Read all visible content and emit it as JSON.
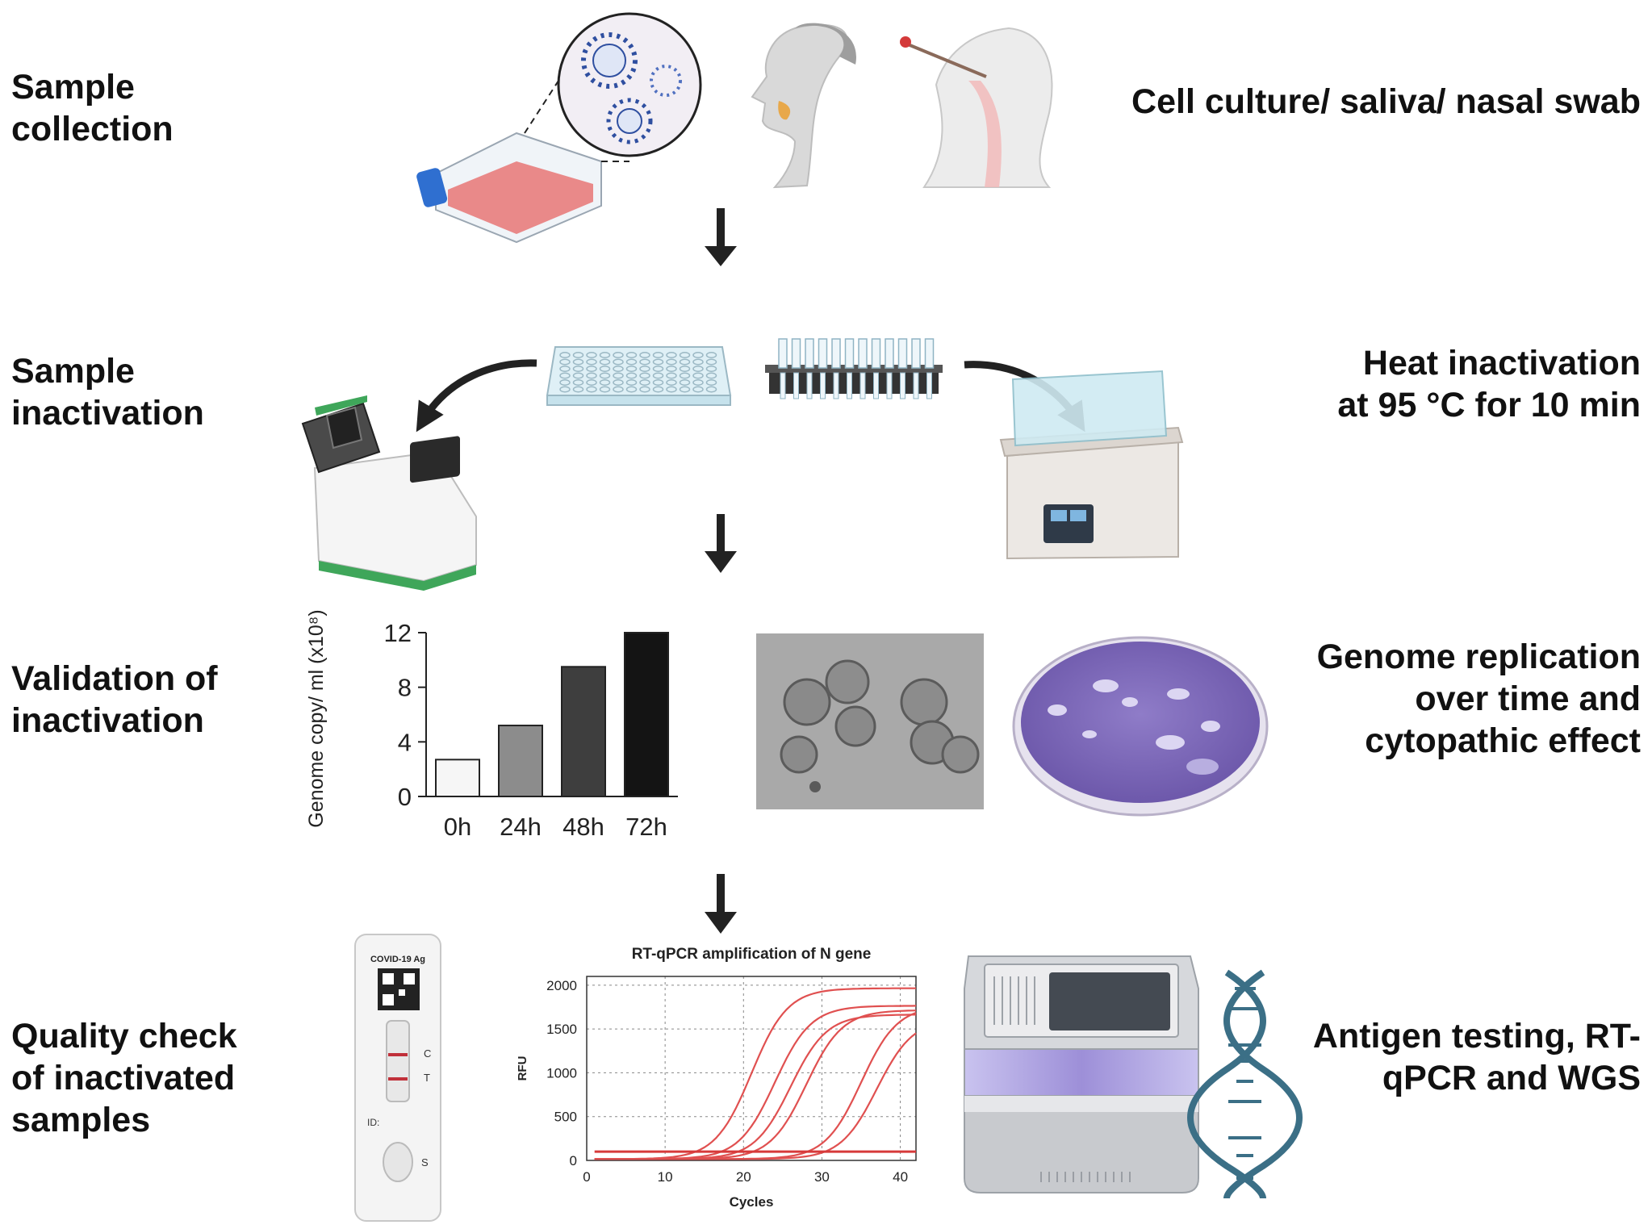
{
  "stages": [
    {
      "label": [
        "Sample",
        "collection"
      ],
      "description": [
        "Cell culture/ saliva/ nasal swab"
      ]
    },
    {
      "label": [
        "Sample",
        "inactivation"
      ],
      "description": [
        "Heat inactivation",
        "at 95 °C for 10 min"
      ]
    },
    {
      "label": [
        "Validation of",
        "inactivation"
      ],
      "description": [
        "Genome replication",
        "over time and",
        "cytopathic effect"
      ]
    },
    {
      "label": [
        "Quality check",
        "of inactivated",
        "samples"
      ],
      "description": [
        "Antigen testing, RT-",
        "qPCR and WGS"
      ]
    }
  ],
  "test_strip": {
    "brand": "COVID-19 Ag",
    "c_mark": "C",
    "t_mark": "T",
    "id_label": "ID:",
    "s_mark": "S"
  },
  "chart_data": [
    {
      "type": "bar",
      "categories": [
        "0h",
        "24h",
        "48h",
        "72h"
      ],
      "values": [
        2.7,
        5.2,
        9.5,
        12
      ],
      "ylabel": "Genome copy/ ml (x10⁸)",
      "ylim": [
        0,
        12
      ],
      "yticks": [
        0,
        4,
        8,
        12
      ]
    },
    {
      "type": "line",
      "title": "RT-qPCR amplification of N gene",
      "xlabel": "Cycles",
      "ylabel": "RFU",
      "xlim": [
        0,
        42
      ],
      "ylim": [
        0,
        2100
      ],
      "xticks": [
        0,
        10,
        20,
        30,
        40
      ],
      "yticks": [
        0,
        500,
        1000,
        1500,
        2000
      ],
      "grid": true,
      "threshold": 100,
      "series_color": "#e05050",
      "series": [
        {
          "midpoint": 21,
          "plateau": 1950
        },
        {
          "midpoint": 24,
          "plateau": 1750
        },
        {
          "midpoint": 26,
          "plateau": 1650
        },
        {
          "midpoint": 28,
          "plateau": 1700
        },
        {
          "midpoint": 35,
          "plateau": 1750
        },
        {
          "midpoint": 37,
          "plateau": 1600
        }
      ]
    }
  ]
}
